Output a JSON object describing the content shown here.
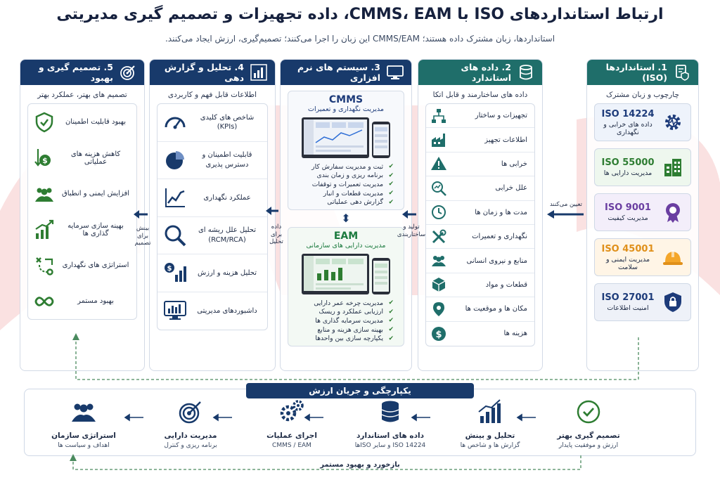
{
  "page": {
    "title": "ارتباط استانداردهای ISO با CMMS، EAM، داده تجهیزات و تصمیم گیری مدیریتی",
    "subtitle": "استانداردها، زبان مشترک داده هستند؛ CMMS/EAM این زبان را اجرا می‌کنند؛ تصمیم‌گیری، ارزش ایجاد می‌کنند."
  },
  "colors": {
    "navy": "#183a6b",
    "teal": "#1f6e6a",
    "green": "#2e7d32",
    "orange": "#f4a62a",
    "watermark": "#f6c9c9"
  },
  "col1": {
    "title": "1. استانداردها (ISO)",
    "subtitle": "چارچوب و زبان مشترک",
    "head_icon": "document-shield-icon",
    "items": [
      {
        "code": "ISO 14224",
        "desc": "داده های خرابی و نگهداری",
        "icon": "gear-pulse-icon"
      },
      {
        "code": "ISO 55000",
        "desc": "مدیریت دارایی ها",
        "icon": "buildings-icon"
      },
      {
        "code": "ISO 9001",
        "desc": "مدیریت کیفیت",
        "icon": "award-badge-icon"
      },
      {
        "code": "ISO 45001",
        "desc": "مدیریت ایمنی و سلامت",
        "icon": "hard-hat-icon"
      },
      {
        "code": "ISO 27001",
        "desc": "امنیت اطلاعات",
        "icon": "shield-lock-icon"
      }
    ]
  },
  "col2": {
    "title": "2. داده های استاندارد",
    "subtitle": "داده های ساختارمند و قابل اتکا",
    "head_icon": "database-icon",
    "items": [
      {
        "label": "تجهیزات و ساختار",
        "icon": "hierarchy-icon"
      },
      {
        "label": "اطلاعات تجهیز",
        "icon": "factory-icon"
      },
      {
        "label": "خرابی ها",
        "icon": "warning-icon"
      },
      {
        "label": "علل خرابی",
        "icon": "magnifier-chart-icon"
      },
      {
        "label": "مدت ها و زمان ها",
        "icon": "clock-icon"
      },
      {
        "label": "نگهداری و تعمیرات",
        "icon": "tools-icon"
      },
      {
        "label": "منابع و نیروی انسانی",
        "icon": "people-icon"
      },
      {
        "label": "قطعات و مواد",
        "icon": "box-icon"
      },
      {
        "label": "مکان ها و موقعیت ها",
        "icon": "location-pin-icon"
      },
      {
        "label": "هزینه ها",
        "icon": "dollar-coin-icon"
      }
    ]
  },
  "col3": {
    "title": "3. سیستم های نرم افزاری",
    "head_icon": "monitor-icon",
    "cmms": {
      "name": "CMMS",
      "sub": "مدیریت نگهداری و تعمیرات",
      "features": [
        "ثبت و مدیریت سفارش کار",
        "برنامه ریزی و زمان بندی",
        "مدیریت تعمیرات و توقفات",
        "مدیریت قطعات و انبار",
        "گزارش دهی عملیاتی"
      ]
    },
    "eam": {
      "name": "EAM",
      "sub": "مدیریت دارایی های سازمانی",
      "features": [
        "مدیریت چرخه عمر دارایی",
        "ارزیابی عملکرد و ریسک",
        "مدیریت سرمایه گذاری ها",
        "بهینه سازی هزینه و منابع",
        "یکپارچه سازی بین واحدها"
      ]
    }
  },
  "col4": {
    "title": "4. تحلیل و گزارش دهی",
    "subtitle": "اطلاعات قابل فهم و کاربردی",
    "head_icon": "bar-chart-icon",
    "items": [
      {
        "label": "شاخص های کلیدی",
        "label2": "(KPIs)",
        "icon": "gauge-icon"
      },
      {
        "label": "قابلیت اطمینان و",
        "label2": "دسترس پذیری",
        "icon": "pie-chart-icon"
      },
      {
        "label": "عملکرد نگهداری",
        "label2": "",
        "icon": "line-chart-icon"
      },
      {
        "label": "تحلیل علل ریشه ای",
        "label2": "(RCM/RCA)",
        "icon": "magnifier-icon"
      },
      {
        "label": "تحلیل هزینه و ارزش",
        "label2": "",
        "icon": "cost-chart-icon"
      },
      {
        "label": "داشبوردهای مدیریتی",
        "label2": "",
        "icon": "dashboard-icon"
      }
    ]
  },
  "col5": {
    "title": "5. تصمیم گیری و بهبود",
    "subtitle": "تصمیم های بهتر، عملکرد بهتر",
    "head_icon": "target-icon",
    "items": [
      {
        "label": "بهبود قابلیت اطمینان",
        "icon": "shield-check-icon"
      },
      {
        "label": "کاهش هزینه های عملیاتی",
        "icon": "cost-down-icon"
      },
      {
        "label": "افزایش ایمنی و انطباق",
        "icon": "team-icon"
      },
      {
        "label": "بهینه سازی سرمایه گذاری ها",
        "icon": "growth-chart-icon"
      },
      {
        "label": "استراتژی های نگهداری",
        "icon": "strategy-icon"
      },
      {
        "label": "بهبود مستمر",
        "icon": "infinity-icon"
      }
    ]
  },
  "arrows": {
    "a1": "تعیین می‌کنند",
    "a2_l1": "تولید و",
    "a2_l2": "ساختاربندی",
    "a3_l1": "داده",
    "a3_l2": "برای",
    "a3_l3": "تحلیل",
    "a4_l1": "بینش",
    "a4_l2": "برای",
    "a4_l3": "تصمیم"
  },
  "flow": {
    "title": "یکپارچگی و جریان ارزش",
    "feedback": "بازخورد و بهبود مستمر",
    "steps": [
      {
        "name": "تصمیم گیری بهتر",
        "desc": "ارزش و موفقیت پایدار",
        "icon": "check-circle-icon"
      },
      {
        "name": "تحلیل و بینش",
        "desc": "گزارش ها و شاخص ها",
        "icon": "growth-chart-icon"
      },
      {
        "name": "داده های استاندارد",
        "desc": "ISO 14224 و سایر ISOها",
        "icon": "database-icon"
      },
      {
        "name": "اجرای عملیات",
        "desc": "CMMS / EAM",
        "icon": "gears-icon"
      },
      {
        "name": "مدیریت دارایی",
        "desc": "برنامه ریزی و کنترل",
        "icon": "target-icon"
      },
      {
        "name": "استراتژی سازمان",
        "desc": "اهداف و سیاست ها",
        "icon": "team-icon"
      }
    ]
  }
}
